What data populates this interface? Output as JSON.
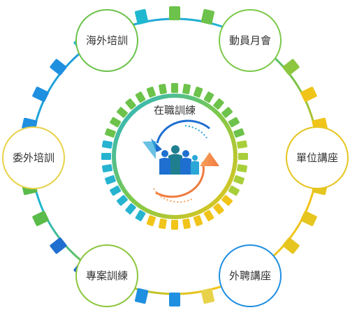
{
  "center": {
    "title": "在職訓練",
    "icon": "people-group-with-cycle-arrows-icon"
  },
  "nodes": [
    {
      "id": "overseas-training",
      "label": "海外培訓",
      "color": "#6cc24a"
    },
    {
      "id": "mobilization-monthly-meeting",
      "label": "動員月會",
      "color": "#7cc94a"
    },
    {
      "id": "unit-lecture",
      "label": "單位講座",
      "color": "#e6c51f"
    },
    {
      "id": "external-lecture",
      "label": "外聘講座",
      "color": "#1f8fe0"
    },
    {
      "id": "special-project-training",
      "label": "專案訓練",
      "color": "#8dc63f"
    },
    {
      "id": "commissioned-training",
      "label": "委外培訓",
      "color": "#e8d24a"
    }
  ],
  "colors": {
    "green": "#3fbf3f",
    "yellow": "#f0c419",
    "cyan": "#22b6e0",
    "blue": "#1e6fd0",
    "orange": "#f07b3f",
    "teal": "#1f7f8f"
  }
}
